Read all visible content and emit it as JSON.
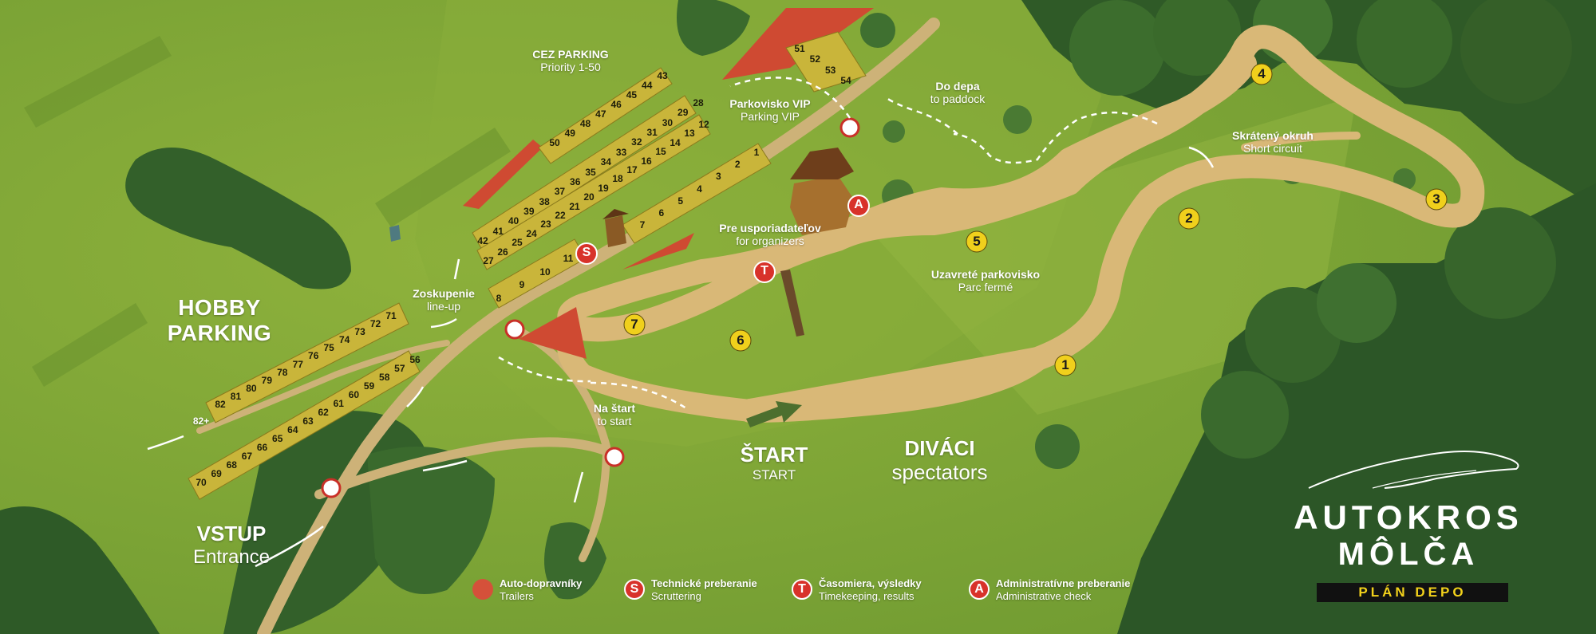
{
  "labels": {
    "cez_parking": {
      "title": "CEZ PARKING",
      "sub": "Priority 1-50"
    },
    "vip": {
      "title": "Parkovisko VIP",
      "sub": "Parking VIP"
    },
    "paddock": {
      "title": "Do depa",
      "sub": "to paddock"
    },
    "short": {
      "title": "Skrátený okruh",
      "sub": "Short circuit"
    },
    "organizers": {
      "title": "Pre usporiadateľov",
      "sub": "for organizers"
    },
    "parc": {
      "title": "Uzavreté parkovisko",
      "sub": "Parc fermé"
    },
    "lineup": {
      "title": "Zoskupenie",
      "sub": "line-up"
    },
    "tostart": {
      "title": "Na štart",
      "sub": "to start"
    },
    "hobby": {
      "line1": "HOBBY",
      "line2": "PARKING"
    },
    "start": {
      "title": "ŠTART",
      "sub": "START"
    },
    "spectators": {
      "title": "DIVÁCI",
      "sub": "spectators"
    },
    "entrance": {
      "title": "VSTUP",
      "sub": "Entrance"
    },
    "overflow": "82+"
  },
  "track_points": [
    "1",
    "2",
    "3",
    "4",
    "5",
    "6",
    "7"
  ],
  "markers": {
    "admin": "A",
    "scrutineering": "S",
    "timekeeping": "T"
  },
  "parking_rows": [
    [
      "43",
      "44",
      "45",
      "46",
      "47",
      "48",
      "49",
      "50"
    ],
    [
      "28",
      "29",
      "30",
      "31",
      "32",
      "33",
      "34",
      "35",
      "36",
      "37",
      "38",
      "39",
      "40",
      "41",
      "42"
    ],
    [
      "12",
      "13",
      "14",
      "15",
      "16",
      "17",
      "18",
      "19",
      "20",
      "21",
      "22",
      "23",
      "24",
      "25",
      "26",
      "27"
    ],
    [
      "1",
      "2",
      "3",
      "4",
      "5",
      "6",
      "7"
    ],
    [
      "8",
      "9",
      "10",
      "11"
    ],
    [
      "51",
      "52",
      "53",
      "54"
    ],
    [
      "71",
      "72",
      "73",
      "74",
      "75",
      "76",
      "77",
      "78",
      "79",
      "80",
      "81",
      "82"
    ],
    [
      "56",
      "57",
      "58",
      "59",
      "60",
      "61",
      "62",
      "63",
      "64",
      "65",
      "66",
      "67",
      "68",
      "69",
      "70"
    ]
  ],
  "legend": [
    {
      "mark": "",
      "title": "Auto-dopravníky",
      "sub": "Trailers"
    },
    {
      "mark": "S",
      "title": "Technické preberanie",
      "sub": "Scruttering"
    },
    {
      "mark": "T",
      "title": "Časomiera, výsledky",
      "sub": "Timekeeping, results"
    },
    {
      "mark": "A",
      "title": "Administratívne preberanie",
      "sub": "Administrative check"
    }
  ],
  "logo": {
    "line1": "AUTOKROS",
    "line2": "MÔLČA",
    "subtitle": "PLÁN DEPO"
  }
}
